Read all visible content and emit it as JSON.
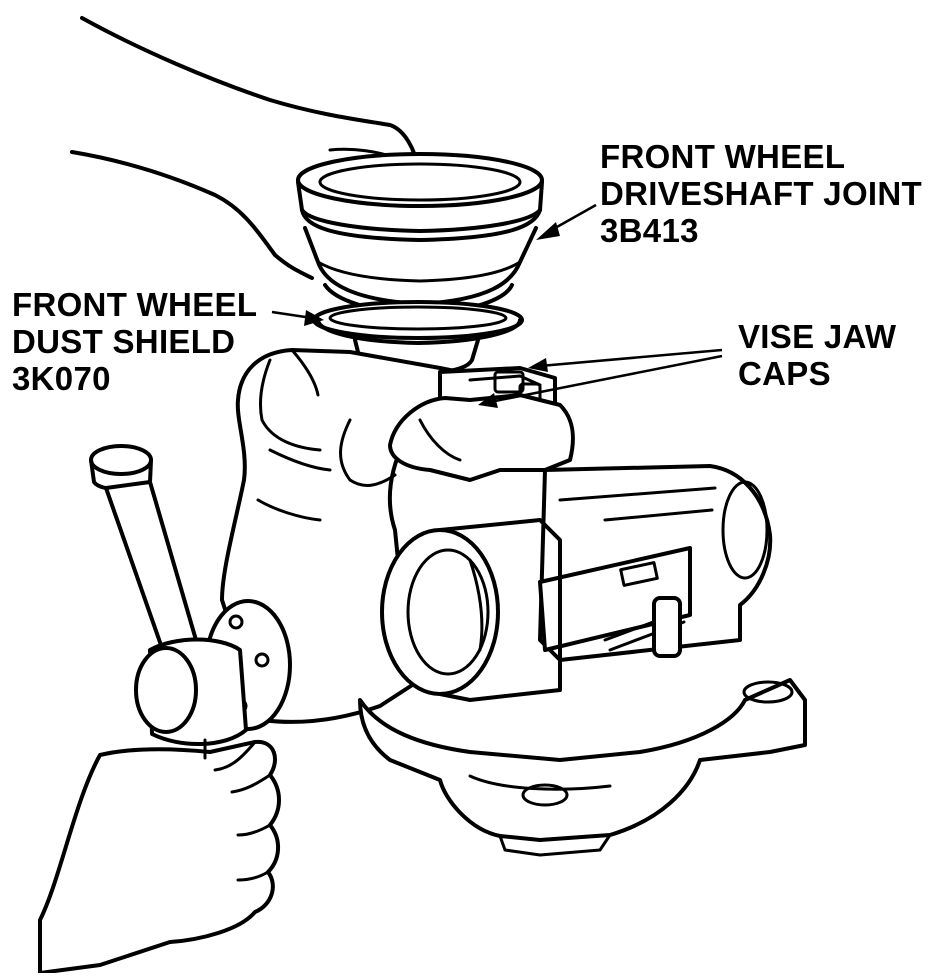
{
  "labels": {
    "driveshaft_joint": {
      "line1": "FRONT WHEEL",
      "line2": "DRIVESHAFT JOINT",
      "line3": "3B413"
    },
    "dust_shield": {
      "line1": "FRONT WHEEL",
      "line2": "DUST SHIELD",
      "line3": "3K070"
    },
    "vise_jaw_caps": {
      "line1": "VISE JAW",
      "line2": "CAPS"
    }
  },
  "colors": {
    "ink": "#000000",
    "paper": "#ffffff"
  }
}
